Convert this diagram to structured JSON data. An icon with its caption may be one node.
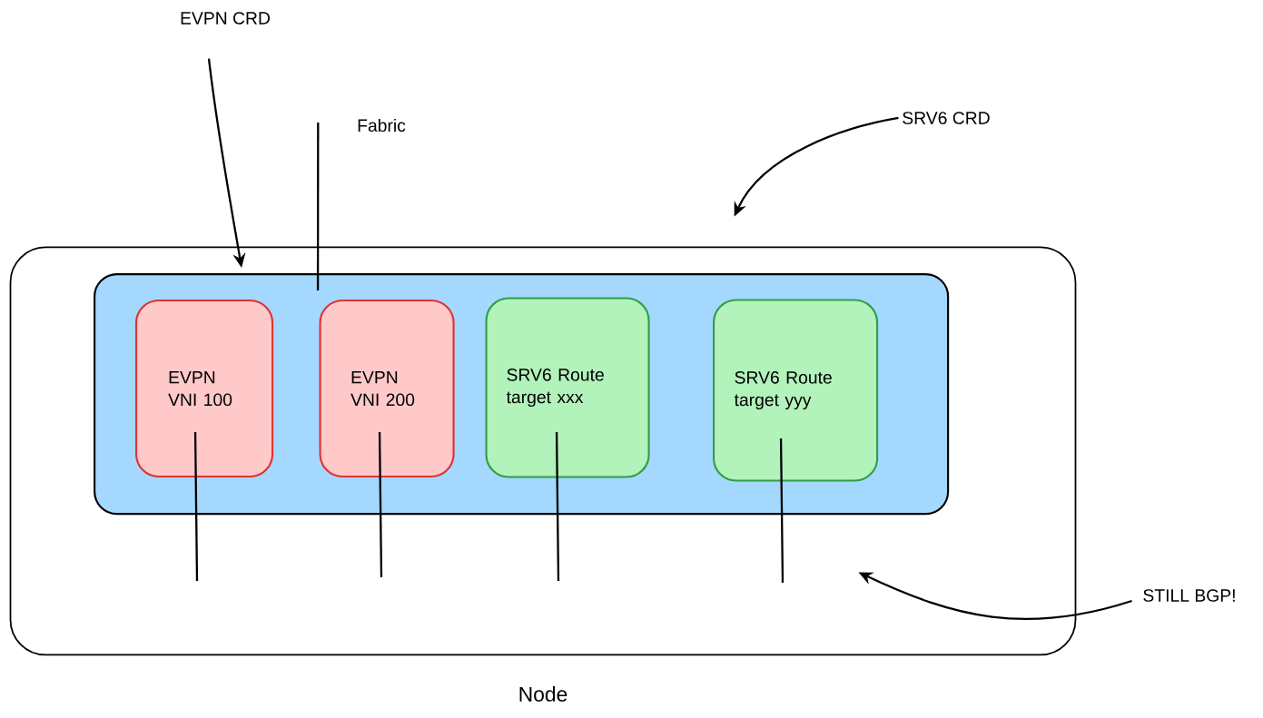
{
  "diagram": {
    "nodes": [
      {
        "text": [
          "Node"
        ]
      },
      {
        "text": [],
        "shape": "box",
        "in": 0
      },
      {
        "text": [
          "EVPN VNI 100"
        ],
        "in": 1
      },
      {
        "text": [
          "EVPN VNI 200"
        ],
        "in": 1
      },
      {
        "text": [
          "SRV6 Route target xxx"
        ],
        "in": 1
      },
      {
        "text": [
          "SRV6 Route target yyy"
        ],
        "in": 1
      },
      {
        "text": [
          "EVPN CRD"
        ]
      },
      {
        "text": [
          "Fabric"
        ]
      },
      {
        "text": [
          "SRV6 CRD"
        ]
      },
      {
        "text": [
          "STILL BGP!"
        ]
      }
    ],
    "edges": [
      {
        "from": 6,
        "to": 1,
        "arrow": "to"
      },
      {
        "from": 7,
        "to": 1,
        "arrow": "none"
      },
      {
        "from": 8,
        "to": 0,
        "arrow": "to"
      },
      {
        "from": 9,
        "to": 0,
        "arrow": "to"
      },
      {
        "from": 2,
        "to": null,
        "arrow": "none"
      },
      {
        "from": 3,
        "to": null,
        "arrow": "none"
      },
      {
        "from": 4,
        "to": null,
        "arrow": "none"
      },
      {
        "from": 5,
        "to": null,
        "arrow": "none"
      }
    ]
  }
}
